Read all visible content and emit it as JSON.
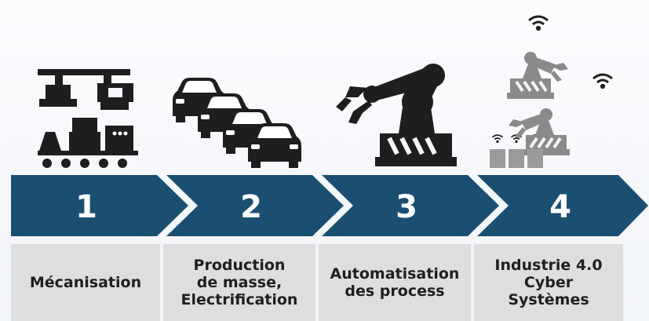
{
  "colors": {
    "arrow": "#1b4f72",
    "icon_dark": "#1e1e1e",
    "icon_grey": "#8a8a8a",
    "label_bg": "#dedede",
    "text": "#1f1f1f"
  },
  "stages": [
    {
      "number": "1",
      "label": "Mécanisation",
      "icon": "conveyor-machine-icon"
    },
    {
      "number": "2",
      "label": "Production\nde masse,\nElectrification",
      "icon": "cars-icon"
    },
    {
      "number": "3",
      "label": "Automatisation\ndes process",
      "icon": "robot-arm-icon"
    },
    {
      "number": "4",
      "label": "Industrie 4.0\nCyber\nSystèmes",
      "icon": "connected-robots-icon"
    }
  ]
}
